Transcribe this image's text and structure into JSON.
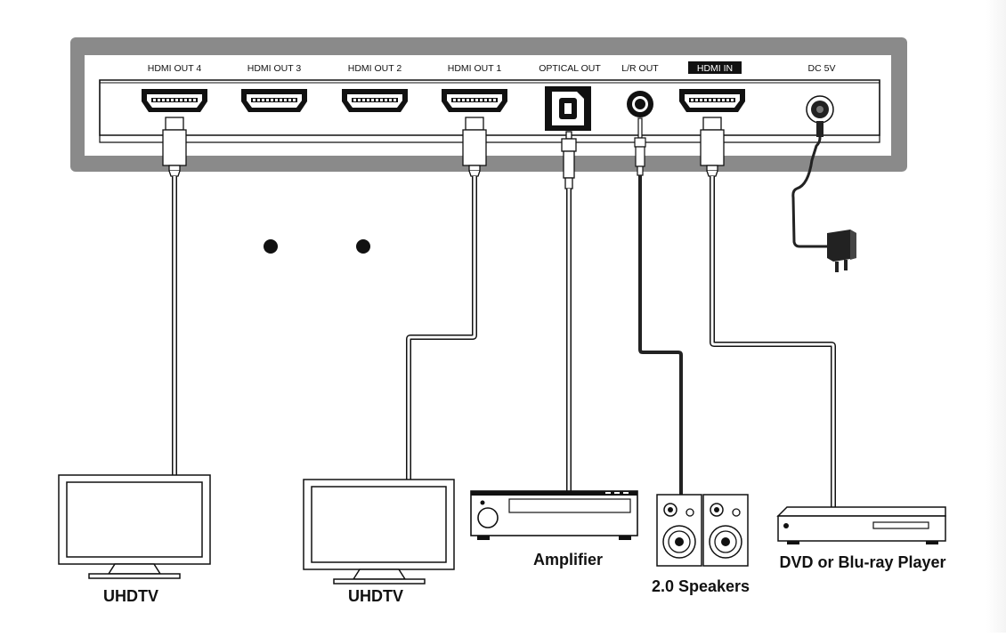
{
  "ports": {
    "hdmi_out_4": "HDMI OUT 4",
    "hdmi_out_3": "HDMI OUT 3",
    "hdmi_out_2": "HDMI OUT 2",
    "hdmi_out_1": "HDMI OUT 1",
    "optical_out": "OPTICAL OUT",
    "lr_out": "L/R OUT",
    "hdmi_in": "HDMI IN",
    "dc": "DC 5V"
  },
  "devices": {
    "tv_1": "UHDTV",
    "tv_2": "UHDTV",
    "amplifier": "Amplifier",
    "speakers": "2.0 Speakers",
    "player": "DVD or Blu-ray Player"
  },
  "colors": {
    "chassis": "#8a8a8a",
    "panel": "#ffffff",
    "cable_dark": "#222222",
    "line": "#111111"
  },
  "icons": [
    "hdmi-port-icon",
    "optical-port-icon",
    "audio-jack-icon",
    "dc-jack-icon",
    "power-adapter-icon",
    "tv-icon",
    "amplifier-icon",
    "speaker-icon",
    "disc-player-icon"
  ]
}
